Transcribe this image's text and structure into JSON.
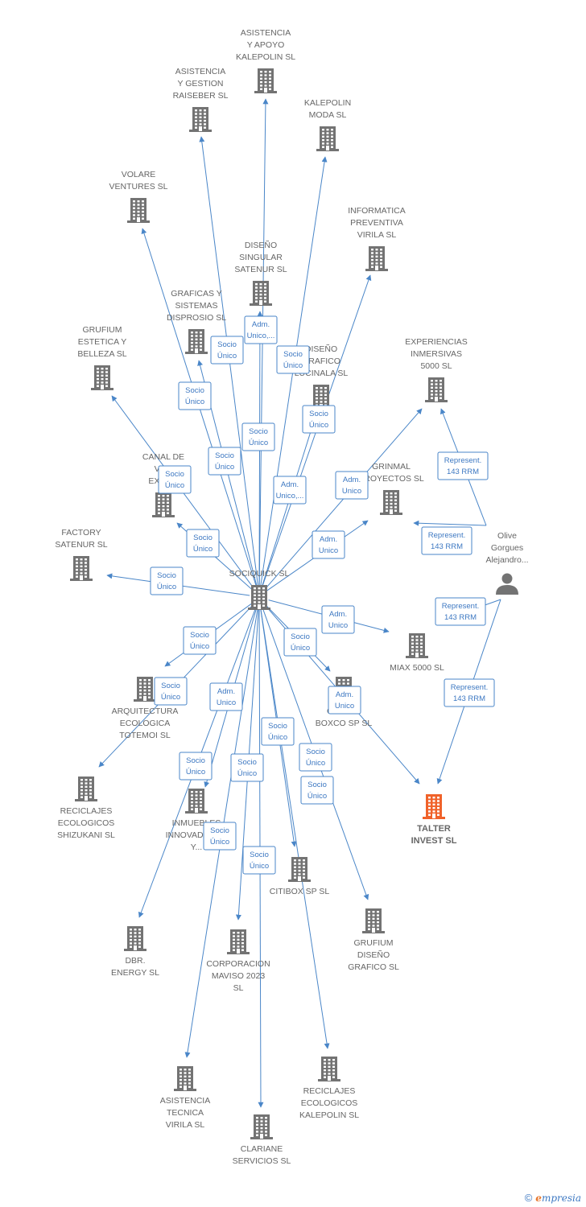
{
  "colors": {
    "building": "#737373",
    "highlight": "#f0622a",
    "person": "#737373",
    "edge": "#4a86c8",
    "label": "#666666"
  },
  "nodes": [
    {
      "id": "sociquick",
      "label": [
        "SOCIQUICK SL"
      ],
      "kind": "building",
      "labelPos": "above"
    },
    {
      "id": "asistencia_apoyo",
      "label": [
        "ASISTENCIA",
        "Y APOYO",
        "KALEPOLIN SL"
      ],
      "kind": "building",
      "labelPos": "above"
    },
    {
      "id": "asistencia_gestion",
      "label": [
        "ASISTENCIA",
        "Y GESTION",
        "RAISEBER SL"
      ],
      "kind": "building",
      "labelPos": "above"
    },
    {
      "id": "kalepolin_moda",
      "label": [
        "KALEPOLIN",
        "MODA SL"
      ],
      "kind": "building",
      "labelPos": "above"
    },
    {
      "id": "volare",
      "label": [
        "VOLARE",
        "VENTURES SL"
      ],
      "kind": "building",
      "labelPos": "above"
    },
    {
      "id": "informatica",
      "label": [
        "INFORMATICA",
        "PREVENTIVA",
        "VIRILA SL"
      ],
      "kind": "building",
      "labelPos": "above"
    },
    {
      "id": "diseno_singular",
      "label": [
        "DISEÑO",
        "SINGULAR",
        "SATENUR SL"
      ],
      "kind": "building",
      "labelPos": "above"
    },
    {
      "id": "graficas",
      "label": [
        "GRAFICAS Y",
        "SISTEMAS",
        "DISPROSIO SL"
      ],
      "kind": "building",
      "labelPos": "above"
    },
    {
      "id": "grufium_estetica",
      "label": [
        "GRUFIUM",
        "ESTETICA Y",
        "BELLEZA SL"
      ],
      "kind": "building",
      "labelPos": "above"
    },
    {
      "id": "diseno_grafico",
      "label": [
        "DISEÑO",
        "GRAFICO",
        "LUCINALA SL"
      ],
      "kind": "building",
      "labelPos": "above"
    },
    {
      "id": "experiencias",
      "label": [
        "EXPERIENCIAS",
        "INMERSIVAS",
        "5000 SL"
      ],
      "kind": "building",
      "labelPos": "above"
    },
    {
      "id": "canal",
      "label": [
        "CANAL DE",
        "VE...",
        "EXCE..."
      ],
      "kind": "building",
      "labelPos": "above"
    },
    {
      "id": "grinmal",
      "label": [
        "GRINMAL",
        "PROYECTOS SL"
      ],
      "kind": "building",
      "labelPos": "above"
    },
    {
      "id": "factory",
      "label": [
        "FACTORY",
        "SATENUR SL"
      ],
      "kind": "building",
      "labelPos": "above"
    },
    {
      "id": "olive",
      "label": [
        "Olive",
        "Gorgues",
        "Alejandro..."
      ],
      "kind": "person",
      "labelPos": "above"
    },
    {
      "id": "miax",
      "label": [
        "MIAX 5000 SL"
      ],
      "kind": "building",
      "labelPos": "below"
    },
    {
      "id": "arquitectura",
      "label": [
        "ARQUITECTURA",
        "ECOLOGICA",
        "TOTEMOI SL"
      ],
      "kind": "building",
      "labelPos": "below"
    },
    {
      "id": "citibox_boxco",
      "label": [
        "CITIBOX",
        "BOXCO SP SL"
      ],
      "kind": "building",
      "labelPos": "below"
    },
    {
      "id": "talter",
      "label": [
        "TALTER",
        "INVEST SL"
      ],
      "kind": "building_hl",
      "labelPos": "below"
    },
    {
      "id": "reciclajes_shizukani",
      "label": [
        "RECICLAJES",
        "ECOLOGICOS",
        "SHIZUKANI SL"
      ],
      "kind": "building",
      "labelPos": "below"
    },
    {
      "id": "inmuebles",
      "label": [
        "INMUEBLES",
        "INNOVADORES",
        "Y..."
      ],
      "kind": "building",
      "labelPos": "below"
    },
    {
      "id": "citibox_sp",
      "label": [
        "CITIBOX SP SL"
      ],
      "kind": "building",
      "labelPos": "below"
    },
    {
      "id": "dbr",
      "label": [
        "DBR.",
        "ENERGY SL"
      ],
      "kind": "building",
      "labelPos": "below"
    },
    {
      "id": "corporacion",
      "label": [
        "CORPORACION",
        "MAVISO 2023",
        "SL"
      ],
      "kind": "building",
      "labelPos": "below"
    },
    {
      "id": "grufium_diseno",
      "label": [
        "GRUFIUM",
        "DISEÑO",
        "GRAFICO SL"
      ],
      "kind": "building",
      "labelPos": "below"
    },
    {
      "id": "asistencia_tecnica",
      "label": [
        "ASISTENCIA",
        "TECNICA",
        "VIRILA SL"
      ],
      "kind": "building",
      "labelPos": "below"
    },
    {
      "id": "reciclajes_kalepolin",
      "label": [
        "RECICLAJES",
        "ECOLOGICOS",
        "KALEPOLIN SL"
      ],
      "kind": "building",
      "labelPos": "below"
    },
    {
      "id": "clariane",
      "label": [
        "CLARIANE",
        "SERVICIOS SL"
      ],
      "kind": "building",
      "labelPos": "below"
    }
  ],
  "edges": [
    {
      "from": "sociquick",
      "to": "asistencia_apoyo",
      "label": [
        "Adm.",
        "Unico,..."
      ]
    },
    {
      "from": "sociquick",
      "to": "asistencia_gestion",
      "label": [
        "Socio",
        "Único"
      ]
    },
    {
      "from": "sociquick",
      "to": "kalepolin_moda",
      "label": [
        "Socio",
        "Único"
      ]
    },
    {
      "from": "sociquick",
      "to": "volare",
      "label": [
        "Socio",
        "Único"
      ]
    },
    {
      "from": "sociquick",
      "to": "informatica",
      "label": [
        "Socio",
        "Único"
      ]
    },
    {
      "from": "sociquick",
      "to": "diseno_singular",
      "label": [
        "Socio",
        "Único"
      ]
    },
    {
      "from": "sociquick",
      "to": "graficas",
      "label": [
        "Socio",
        "Único"
      ]
    },
    {
      "from": "sociquick",
      "to": "grufium_estetica",
      "label": [
        "Socio",
        "Único"
      ]
    },
    {
      "from": "sociquick",
      "to": "diseno_grafico",
      "label": [
        "Adm.",
        "Unico,..."
      ]
    },
    {
      "from": "sociquick",
      "to": "experiencias",
      "label": [
        "Adm.",
        "Unico"
      ]
    },
    {
      "from": "sociquick",
      "to": "canal",
      "label": [
        "Socio",
        "Único"
      ]
    },
    {
      "from": "sociquick",
      "to": "grinmal",
      "label": [
        "Adm.",
        "Unico"
      ]
    },
    {
      "from": "sociquick",
      "to": "factory",
      "label": [
        "Socio",
        "Único"
      ]
    },
    {
      "from": "sociquick",
      "to": "miax",
      "label": [
        "Adm.",
        "Unico"
      ]
    },
    {
      "from": "sociquick",
      "to": "arquitectura",
      "label": [
        "Socio",
        "Único"
      ]
    },
    {
      "from": "sociquick",
      "to": "citibox_boxco",
      "label": [
        "Socio",
        "Único"
      ]
    },
    {
      "from": "sociquick",
      "to": "talter",
      "label": [
        "Adm.",
        "Unico"
      ]
    },
    {
      "from": "sociquick",
      "to": "reciclajes_shizukani",
      "label": [
        "Socio",
        "Único"
      ]
    },
    {
      "from": "sociquick",
      "to": "inmuebles",
      "label": [
        "Adm.",
        "Unico"
      ]
    },
    {
      "from": "sociquick",
      "to": "citibox_sp",
      "label": [
        "Socio",
        "Único"
      ]
    },
    {
      "from": "sociquick",
      "to": "dbr",
      "label": [
        "Socio",
        "Único"
      ]
    },
    {
      "from": "sociquick",
      "to": "corporacion",
      "label": [
        "Socio",
        "Único"
      ]
    },
    {
      "from": "sociquick",
      "to": "grufium_diseno",
      "label": [
        "Socio",
        "Único"
      ]
    },
    {
      "from": "sociquick",
      "to": "asistencia_tecnica",
      "label": [
        "Socio",
        "Único"
      ]
    },
    {
      "from": "sociquick",
      "to": "reciclajes_kalepolin",
      "label": [
        "Socio",
        "Único"
      ]
    },
    {
      "from": "sociquick",
      "to": "clariane",
      "label": [
        "Socio",
        "Único"
      ]
    },
    {
      "from": "olive",
      "to": "experiencias",
      "label": [
        "Represent.",
        "143 RRM"
      ]
    },
    {
      "from": "olive",
      "to": "grinmal",
      "label": [
        "Represent.",
        "143 RRM"
      ]
    },
    {
      "from": "olive",
      "to": "miax",
      "label": [
        "Represent.",
        "143 RRM"
      ]
    },
    {
      "from": "olive",
      "to": "talter",
      "label": [
        "Represent.",
        "143 RRM"
      ]
    }
  ],
  "footer": {
    "copyright": "©",
    "brand_e": "e",
    "brand_rest": "mpresia"
  }
}
